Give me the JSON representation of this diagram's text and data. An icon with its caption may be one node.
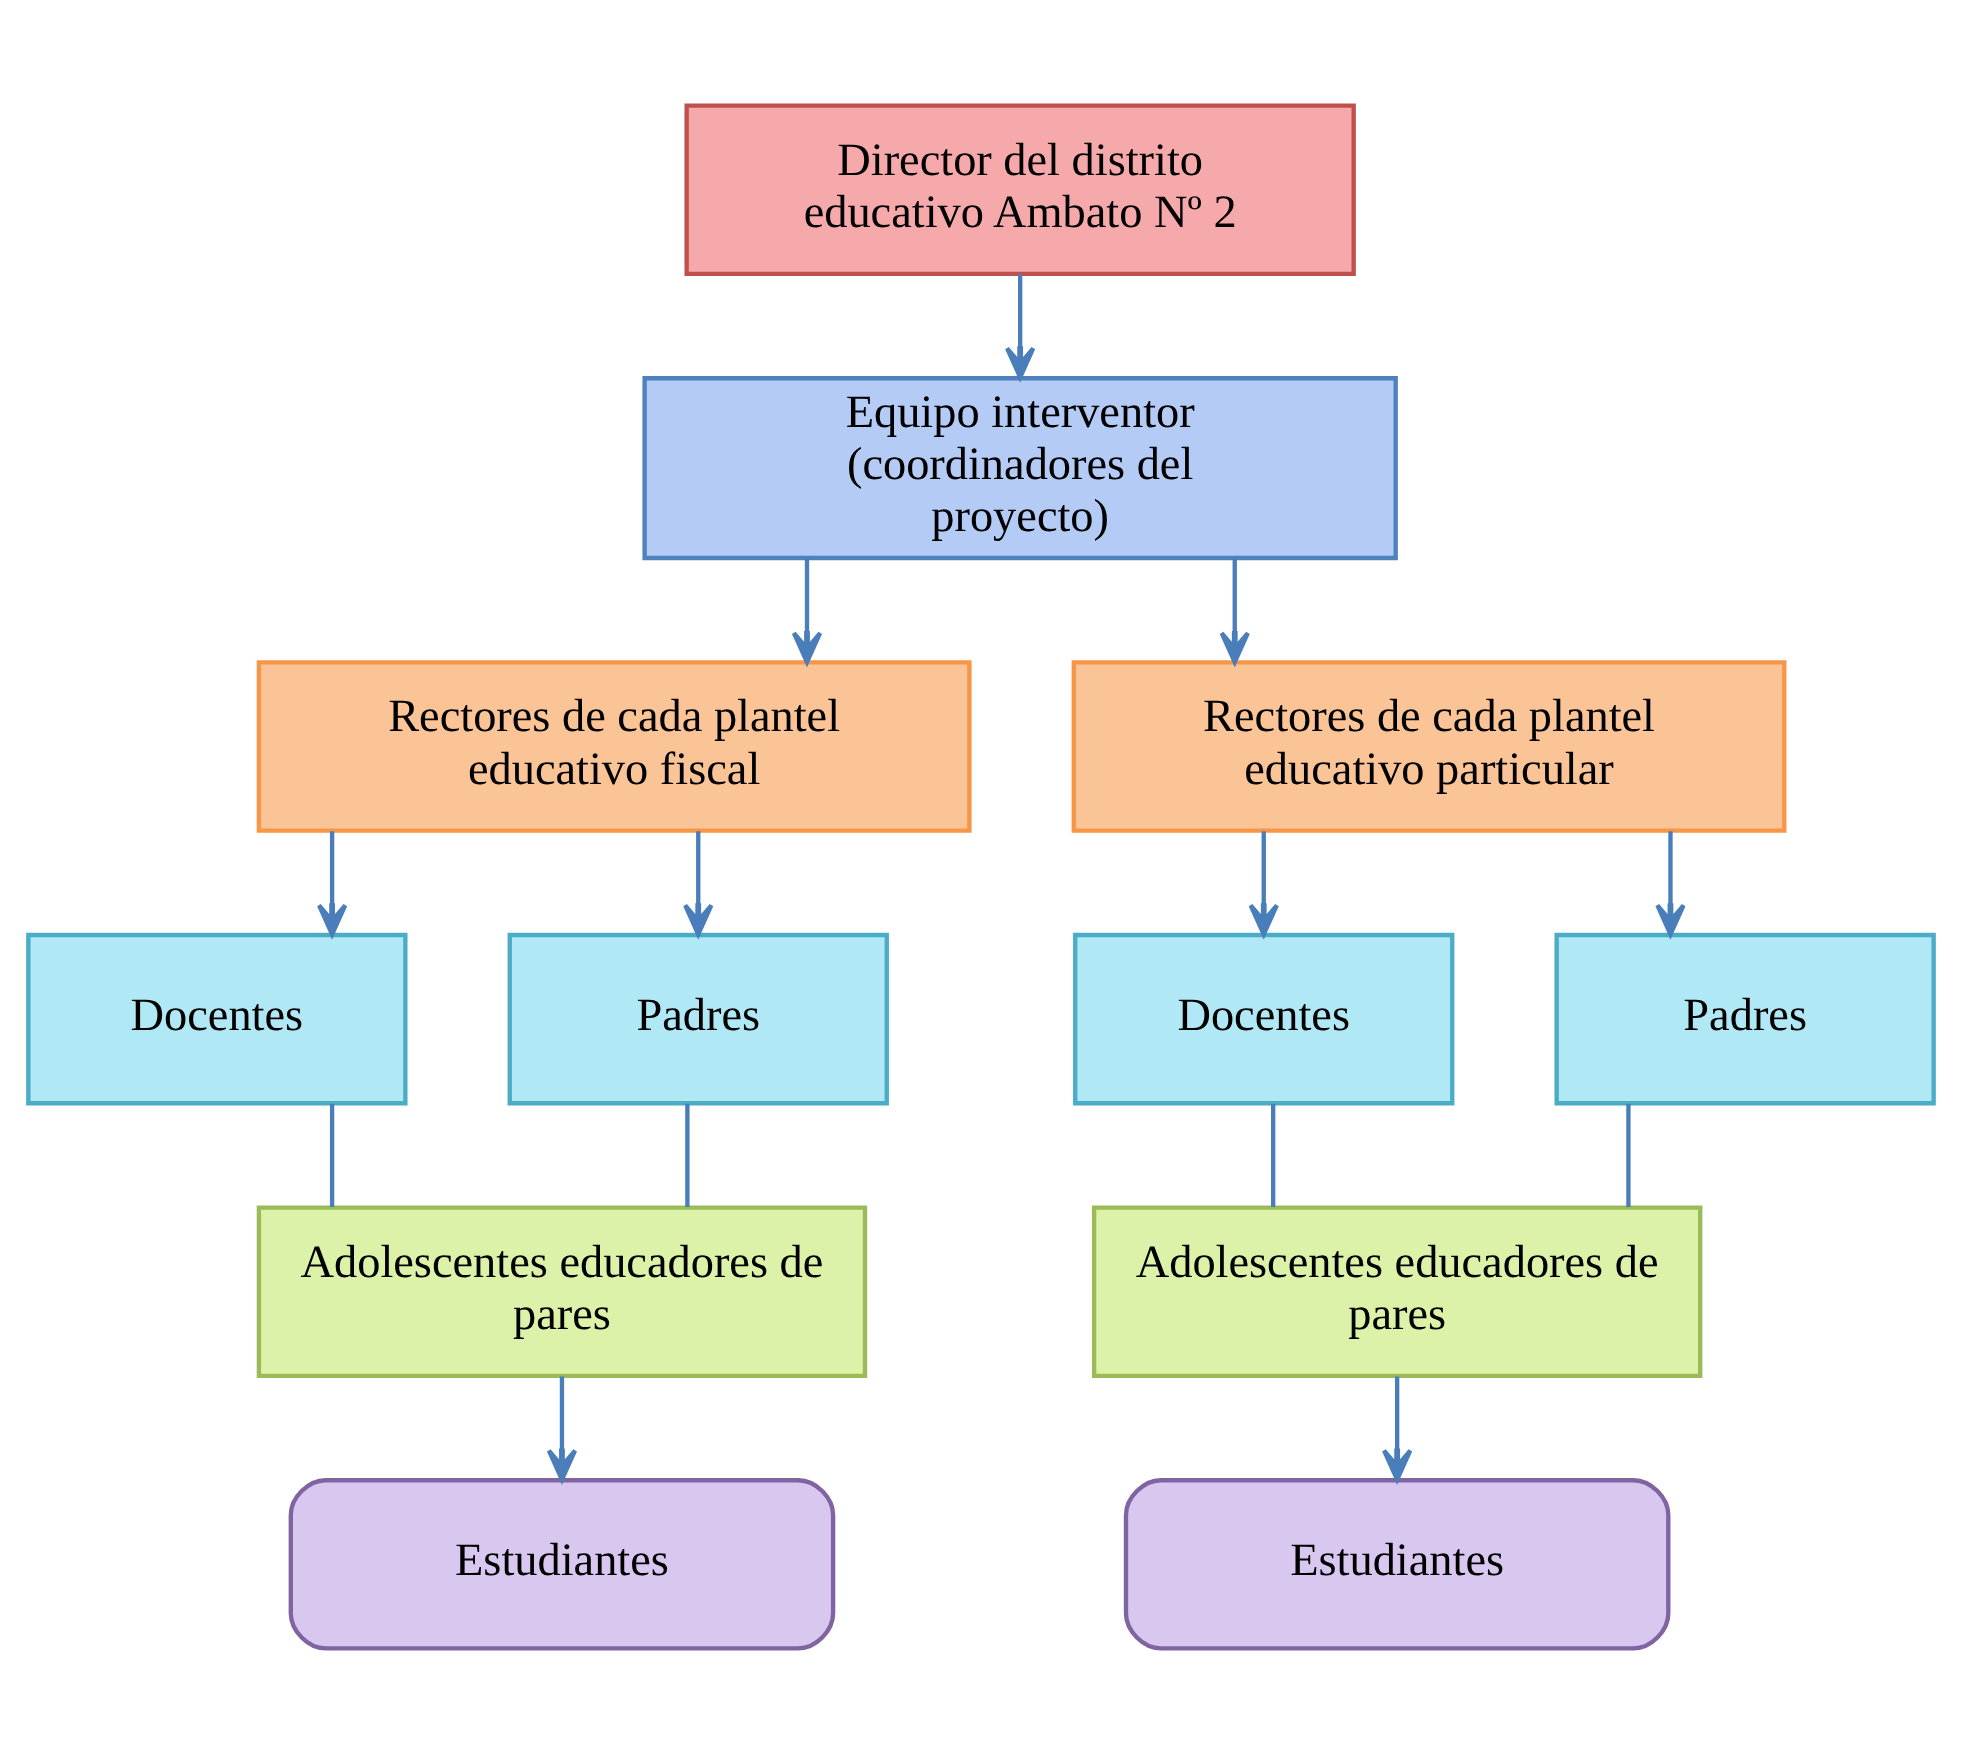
{
  "diagram": {
    "nodes": [
      {
        "text": [
          "Director del distrito educativo Ambato Nº 2"
        ]
      },
      {
        "text": [
          "Equipo interventor (coordinadores del proyecto)"
        ]
      },
      {
        "text": [
          "Rectores de cada plantel educativo fiscal"
        ]
      },
      {
        "text": [
          "Rectores de cada plantel educativo particular"
        ]
      },
      {
        "text": [
          "Docentes"
        ]
      },
      {
        "text": [
          "Padres"
        ]
      },
      {
        "text": [
          "Docentes"
        ]
      },
      {
        "text": [
          "Padres"
        ]
      },
      {
        "text": [
          "Adolescentes educadores de pares"
        ]
      },
      {
        "text": [
          "Adolescentes educadores de pares"
        ]
      },
      {
        "text": [
          "Estudiantes"
        ]
      },
      {
        "text": [
          "Estudiantes"
        ]
      }
    ],
    "edges": [
      {
        "from": 0,
        "to": 1,
        "arrow": "to"
      },
      {
        "from": 1,
        "to": 2,
        "arrow": "to"
      },
      {
        "from": 1,
        "to": 3,
        "arrow": "to"
      },
      {
        "from": 2,
        "to": 4,
        "arrow": "to"
      },
      {
        "from": 2,
        "to": 5,
        "arrow": "to"
      },
      {
        "from": 3,
        "to": 6,
        "arrow": "to"
      },
      {
        "from": 3,
        "to": 7,
        "arrow": "to"
      },
      {
        "from": 4,
        "to": 8,
        "arrow": "none"
      },
      {
        "from": 5,
        "to": 8,
        "arrow": "none"
      },
      {
        "from": 6,
        "to": 9,
        "arrow": "none"
      },
      {
        "from": 7,
        "to": 9,
        "arrow": "none"
      },
      {
        "from": 8,
        "to": 10,
        "arrow": "to"
      },
      {
        "from": 9,
        "to": 11,
        "arrow": "to"
      }
    ]
  }
}
